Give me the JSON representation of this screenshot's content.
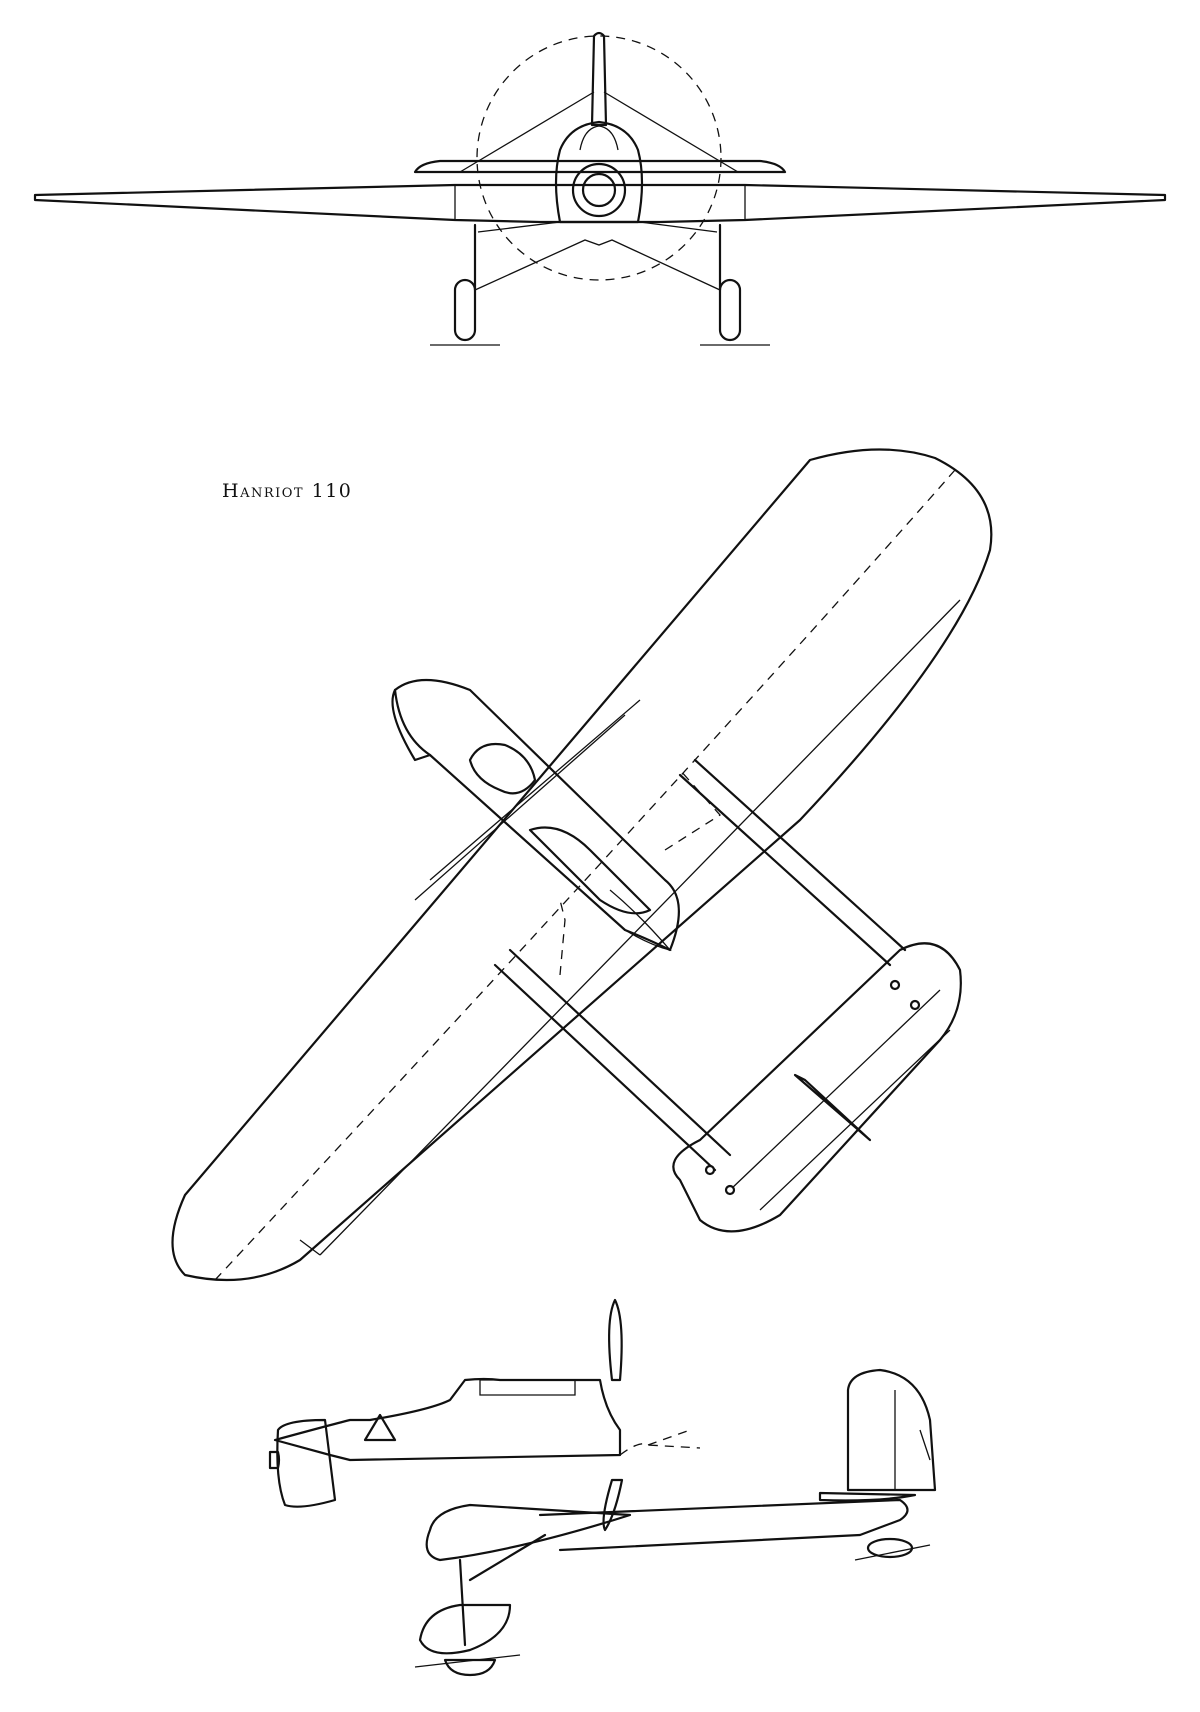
{
  "title": "Hanriot 110",
  "views": {
    "front": "front-view",
    "plan": "plan-view",
    "side": "side-view"
  },
  "colors": {
    "ink": "#111111",
    "paper": "#ffffff"
  }
}
